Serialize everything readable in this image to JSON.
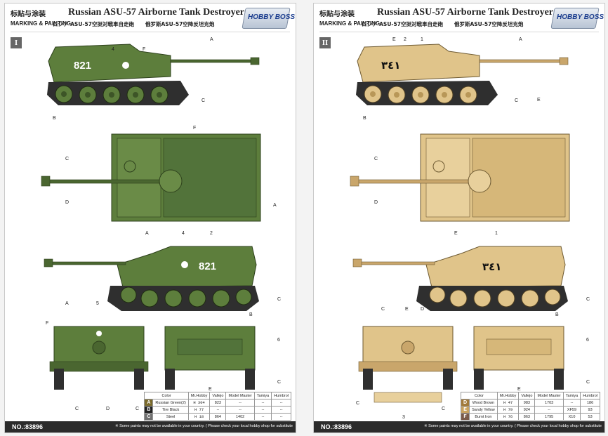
{
  "sheets": [
    {
      "jp_label": "标贴与涂装",
      "en_label": "MARKING & PAINTING",
      "title": "Russian ASU-57 Airborne Tank Destroyer",
      "subtitle_jp": "ロシア ASU-57空挺対戦車自走砲",
      "subtitle_cn": "俄罗斯ASU-57空降反坦克炮",
      "logo": "HOBBY BOSS",
      "plate": "I",
      "hull_number": "821",
      "model_no": "NO.:83896",
      "footnote": "※ Some paints may not be available in your country. ( Please check your local hobby shop for substitute",
      "callouts": [
        "A",
        "4",
        "F",
        "C",
        "B",
        "F",
        "C",
        "D",
        "A",
        "A",
        "4",
        "2",
        "C",
        "B",
        "A",
        "5",
        "F",
        "C",
        "D",
        "C",
        "6",
        "C",
        "E"
      ],
      "paint_table": {
        "headers": [
          "Color",
          "Mr.Hobby",
          "Vallejo",
          "Model Master",
          "Tamiya",
          "Humbrol"
        ],
        "rows": [
          {
            "letter": "A",
            "name": "Russian Green(2)",
            "mrhobby": "H 304",
            "vallejo": "823",
            "modelmaster": "--",
            "tamiya": "--",
            "humbrol": "--"
          },
          {
            "letter": "B",
            "name": "Tire Black",
            "mrhobby": "H 77",
            "vallejo": "--",
            "modelmaster": "--",
            "tamiya": "--",
            "humbrol": "--"
          },
          {
            "letter": "C",
            "name": "Steel",
            "mrhobby": "H 18",
            "vallejo": "864",
            "modelmaster": "1402",
            "tamiya": "--",
            "humbrol": "--"
          }
        ]
      },
      "colors": {
        "body": "#5d7e3c",
        "body_dark": "#3f5a28",
        "body_light": "#7a9a55",
        "letter_bg": "#4f6b2f"
      }
    },
    {
      "jp_label": "标贴与涂装",
      "en_label": "MARKING & PAINTING",
      "title": "Russian ASU-57 Airborne Tank Destroyer",
      "subtitle_jp": "ロシア ASU-57空挺対戦車自走砲",
      "subtitle_cn": "俄罗斯ASU-57空降反坦克炮",
      "logo": "HOBBY BOSS",
      "plate": "II",
      "hull_number": "٣٤١",
      "model_no": "NO.:83896",
      "footnote": "※ Some paints may not be available in your country. ( Please check your local hobby shop for substitute",
      "callouts": [
        "E",
        "2",
        "1",
        "A",
        "C",
        "B",
        "E",
        "C",
        "D",
        "E",
        "1",
        "C",
        "B",
        "C",
        "E",
        "D",
        "C",
        "3",
        "C",
        "6",
        "C",
        "E"
      ],
      "paint_table": {
        "headers": [
          "Color",
          "Mr.Hobby",
          "Vallejo",
          "Model Master",
          "Tamiya",
          "Humbrol"
        ],
        "rows": [
          {
            "letter": "D",
            "name": "Wood Brown",
            "mrhobby": "H 47",
            "vallejo": "983",
            "modelmaster": "1703",
            "tamiya": "--",
            "humbrol": "186"
          },
          {
            "letter": "E",
            "name": "Sandy Yellow",
            "mrhobby": "H 79",
            "vallejo": "924",
            "modelmaster": "--",
            "tamiya": "XF59",
            "humbrol": "93"
          },
          {
            "letter": "F",
            "name": "Burnt Iron",
            "mrhobby": "H 76",
            "vallejo": "863",
            "modelmaster": "1795",
            "tamiya": "X10",
            "humbrol": "53"
          }
        ]
      },
      "colors": {
        "body": "#e0c48a",
        "body_dark": "#b89758",
        "body_light": "#efdcb0",
        "letter_bg": "#c9a25e"
      }
    }
  ]
}
